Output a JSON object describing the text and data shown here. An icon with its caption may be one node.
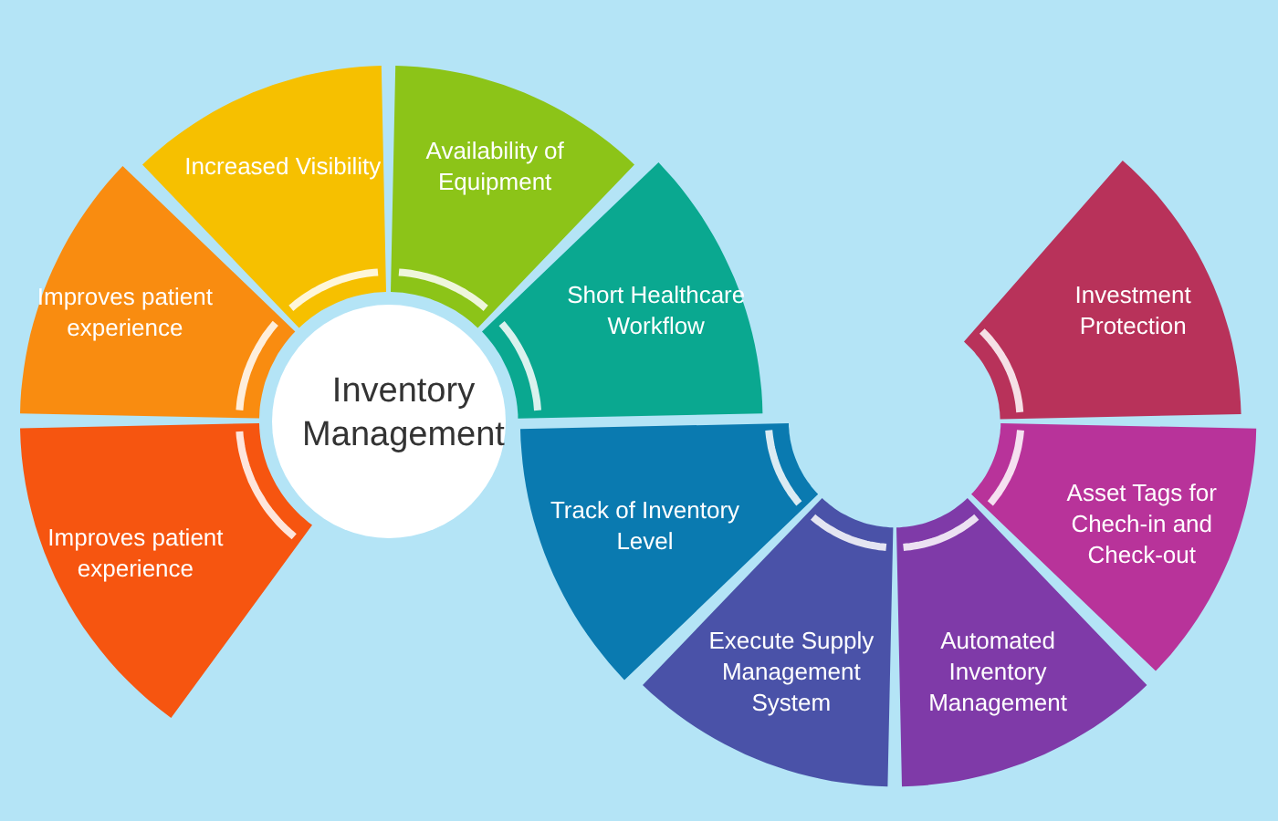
{
  "diagram": {
    "nodes": [
      {
        "text": [
          "Increased Visibility"
        ]
      },
      {
        "text": [
          "Availability of Equipment"
        ]
      },
      {
        "text": [
          "Improves patient experience"
        ]
      },
      {
        "text": [
          "Short Healthcare Workflow"
        ]
      },
      {
        "text": [
          "Investment Protection"
        ]
      },
      {
        "text": [
          "Improves patient experience"
        ]
      },
      {
        "text": [
          "Track of Inventory Level"
        ]
      },
      {
        "text": [
          "Asset Tags for Chech-in and Check-out"
        ]
      },
      {
        "text": [
          "Execute Supply Management System"
        ]
      },
      {
        "text": [
          "Automated Inventory Management"
        ]
      }
    ],
    "labels": [
      "Inventory Management"
    ]
  }
}
